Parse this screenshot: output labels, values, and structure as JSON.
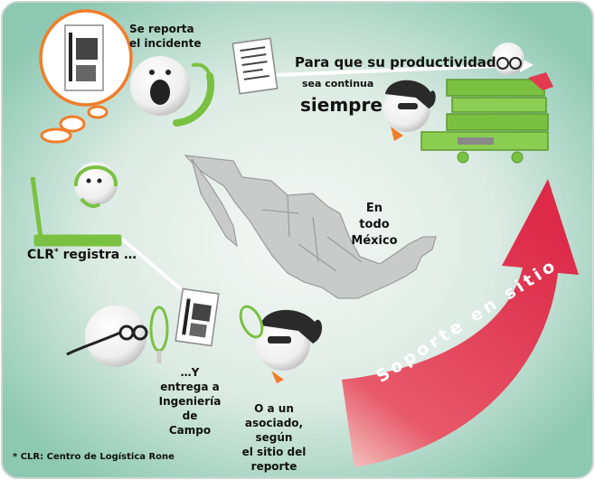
{
  "colors": {
    "background_center": "#f4f6f4",
    "background_edge": "#8fc9b4",
    "green": "#7ac142",
    "red": "#e23a4f",
    "orange": "#f07d2a",
    "text": "#111111"
  },
  "steps": {
    "report": {
      "line1": "Se reporta",
      "line2": "el incidente"
    },
    "clr_registers": "CLR",
    "clr_registers_rest": "registra …",
    "clr_asterisk": "*",
    "deliver": {
      "line1": "…Y",
      "line2": "entrega a",
      "line3": "Ingeniería",
      "line4": "de",
      "line5": "Campo"
    },
    "associate": {
      "line1": "O a un",
      "line2": "asociado,",
      "line3": "según",
      "line4": "el sitio del",
      "line5": "reporte"
    },
    "productivity": {
      "line1": "Para que su productividad",
      "line2": "sea continua",
      "line3": "siempre"
    }
  },
  "map_label": {
    "line1": "En",
    "line2": "todo",
    "line3": "México"
  },
  "arrow_label": "Soporte en sitio",
  "footnote": "* CLR: Centro de Logística Rone",
  "icons": [
    "document-icon",
    "phone-icon",
    "headset-icon",
    "laptop-icon",
    "glasses-icon",
    "magnifier-icon",
    "mexico-map-icon",
    "truck-icon",
    "speech-bubble-icon"
  ]
}
